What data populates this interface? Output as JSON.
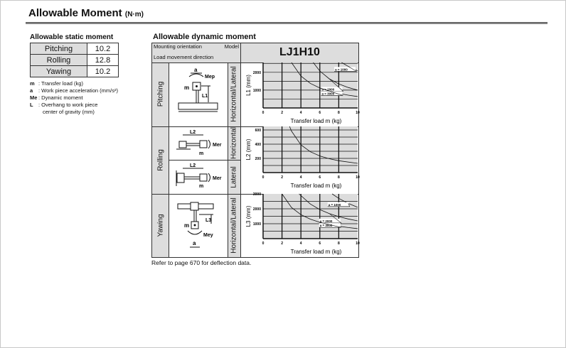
{
  "title": "Allowable Moment",
  "title_unit": "(N·m)",
  "static": {
    "heading": "Allowable static moment",
    "rows": [
      {
        "label": "Pitching",
        "value": "10.2"
      },
      {
        "label": "Rolling",
        "value": "12.8"
      },
      {
        "label": "Yawing",
        "value": "10.2"
      }
    ],
    "legend": [
      {
        "sym": "m",
        "text": ": Transfer load (kg)"
      },
      {
        "sym": "a",
        "text": ": Work piece acceleration (mm/s²)"
      },
      {
        "sym": "Me",
        "text": ": Dynamic moment"
      },
      {
        "sym": "L",
        "text": ": Overhang to work piece"
      },
      {
        "sym": "",
        "text": "  center of gravity (mm)"
      }
    ]
  },
  "dynamic": {
    "heading": "Allowable dynamic moment",
    "hdr_mount": "Mounting orientation",
    "hdr_model": "Model",
    "hdr_load": "Load movement direction",
    "model": "LJ1H10",
    "rows": {
      "pitching": "Pitching",
      "rolling": "Rolling",
      "yawing": "Yawing"
    },
    "dirs": {
      "hl1": "Horizontal/Lateral",
      "hor": "Horizontal",
      "lat": "Lateral",
      "hl2": "Horizontal/Lateral"
    },
    "diag": {
      "a": "a",
      "m": "m",
      "mep": "Mep",
      "l1": "L1",
      "l2": "L2",
      "mer": "Mer",
      "l3": "L3",
      "mey": "Mey"
    }
  },
  "chart_data": [
    {
      "type": "line",
      "name": "pitching",
      "ylabel": "L1 (mm)",
      "xlabel": "Transfer load  m (kg)",
      "xlim": [
        0,
        10
      ],
      "ylim": [
        0,
        2550
      ],
      "xticks": [
        0,
        2,
        4,
        6,
        8,
        10
      ],
      "yticks": [
        1000,
        2000
      ],
      "ygrid": 500,
      "series": [
        {
          "name": "a = 1000",
          "x": [
            8.3,
            9,
            10
          ],
          "y": [
            2550,
            2333,
            2080
          ]
        },
        {
          "name": "a = 2000",
          "x": [
            5.3,
            6,
            7,
            8,
            9,
            10
          ],
          "y": [
            2550,
            2072,
            1634,
            1349,
            1148,
            1000
          ]
        },
        {
          "name": "a = 3000",
          "x": [
            3,
            4,
            5,
            6,
            7,
            8,
            9,
            10
          ],
          "y": [
            2550,
            1788,
            1377,
            1120,
            943,
            815,
            717,
            640
          ]
        }
      ]
    },
    {
      "type": "line",
      "name": "rolling",
      "ylabel": "L2 (mm)",
      "xlabel": "Transfer load  m (kg)",
      "xlim": [
        0,
        10
      ],
      "ylim": [
        0,
        650
      ],
      "xticks": [
        0,
        2,
        4,
        6,
        8,
        10
      ],
      "yticks": [
        200,
        400,
        600
      ],
      "ygrid": 100,
      "series": [
        {
          "name": "",
          "x": [
            2.8,
            3,
            4,
            5,
            6,
            7,
            8,
            10
          ],
          "y": [
            650,
            585,
            390,
            293,
            234,
            195,
            167,
            130
          ]
        }
      ]
    },
    {
      "type": "line",
      "name": "yawing",
      "ylabel": "L3 (mm)",
      "xlabel": "Transfer load  m (kg)",
      "xlim": [
        0,
        10
      ],
      "ylim": [
        0,
        3000
      ],
      "xticks": [
        0,
        2,
        4,
        6,
        8,
        10
      ],
      "yticks": [
        1000,
        2000,
        3000
      ],
      "ygrid": 500,
      "series": [
        {
          "name": "a = 1000",
          "x": [
            7.3,
            8,
            9,
            10
          ],
          "y": [
            3000,
            2700,
            2363,
            2100
          ]
        },
        {
          "name": "a = 2000",
          "x": [
            3.8,
            5,
            6,
            7,
            8,
            9,
            10
          ],
          "y": [
            3000,
            2318,
            1948,
            1681,
            1478,
            1318,
            1190
          ]
        },
        {
          "name": "a = 3000",
          "x": [
            2,
            3,
            4,
            5,
            6,
            7,
            8,
            9,
            10
          ],
          "y": [
            3000,
            2091,
            1605,
            1302,
            1095,
            945,
            831,
            743,
            670
          ]
        }
      ]
    }
  ],
  "note": "Refer to page 670 for deflection data."
}
